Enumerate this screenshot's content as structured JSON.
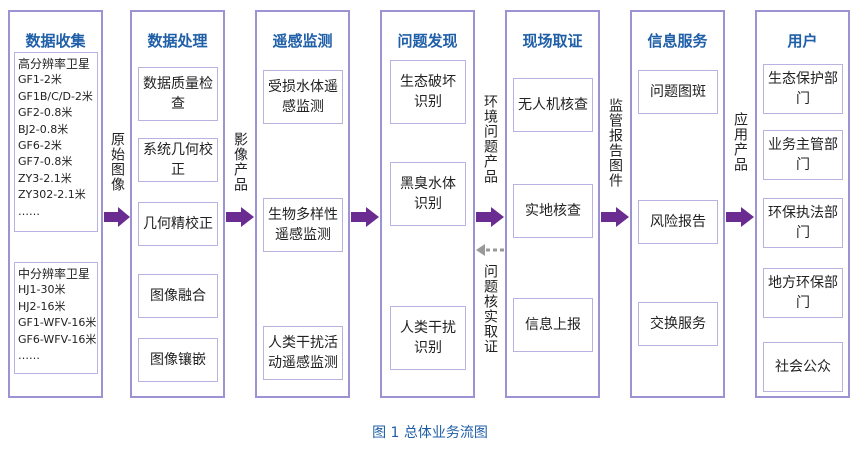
{
  "columns": {
    "data_collection": {
      "title": "数据收集",
      "high_res": {
        "heading": "高分辨率卫星",
        "items": [
          "GF1-2米",
          "GF1B/C/D-2米",
          "GF2-0.8米",
          "BJ2-0.8米",
          "GF6-2米",
          "GF7-0.8米",
          "ZY3-2.1米",
          "ZY302-2.1米",
          "……"
        ]
      },
      "mid_res": {
        "heading": "中分辨率卫星",
        "items": [
          "HJ1-30米",
          "HJ2-16米",
          "GF1-WFV-16米",
          "GF6-WFV-16米",
          "……"
        ]
      }
    },
    "data_processing": {
      "title": "数据处理",
      "boxes": [
        "数据质量检查",
        "系统几何校正",
        "几何精校正",
        "图像融合",
        "图像镶嵌"
      ]
    },
    "remote_monitoring": {
      "title": "遥感监测",
      "boxes": [
        "受损水体遥感监测",
        "生物多样性遥感监测",
        "人类干扰活动遥感监测"
      ]
    },
    "problem_discovery": {
      "title": "问题发现",
      "boxes": [
        "生态破坏识别",
        "黑臭水体识别",
        "人类干扰识别"
      ]
    },
    "field_evidence": {
      "title": "现场取证",
      "boxes": [
        "无人机核查",
        "实地核查",
        "信息上报"
      ]
    },
    "info_service": {
      "title": "信息服务",
      "boxes": [
        "问题图斑",
        "风险报告",
        "交换服务"
      ]
    },
    "users": {
      "title": "用户",
      "boxes": [
        "生态保护部门",
        "业务主管部门",
        "环保执法部门",
        "地方环保部门",
        "社会公众"
      ]
    }
  },
  "connectors": {
    "original_image": "原始图像",
    "image_product": "影像产品",
    "env_problem_product": "环境问题产品",
    "problem_verification": "问题核实取证",
    "monitoring_report_map": "监管报告图件",
    "application_product": "应用产品"
  },
  "caption": "图 1 总体业务流图",
  "colors": {
    "column_border": "#9b93d3",
    "arrow": "#6b2c91",
    "title": "#1f5fa8",
    "dashed_arrow": "#999999"
  }
}
